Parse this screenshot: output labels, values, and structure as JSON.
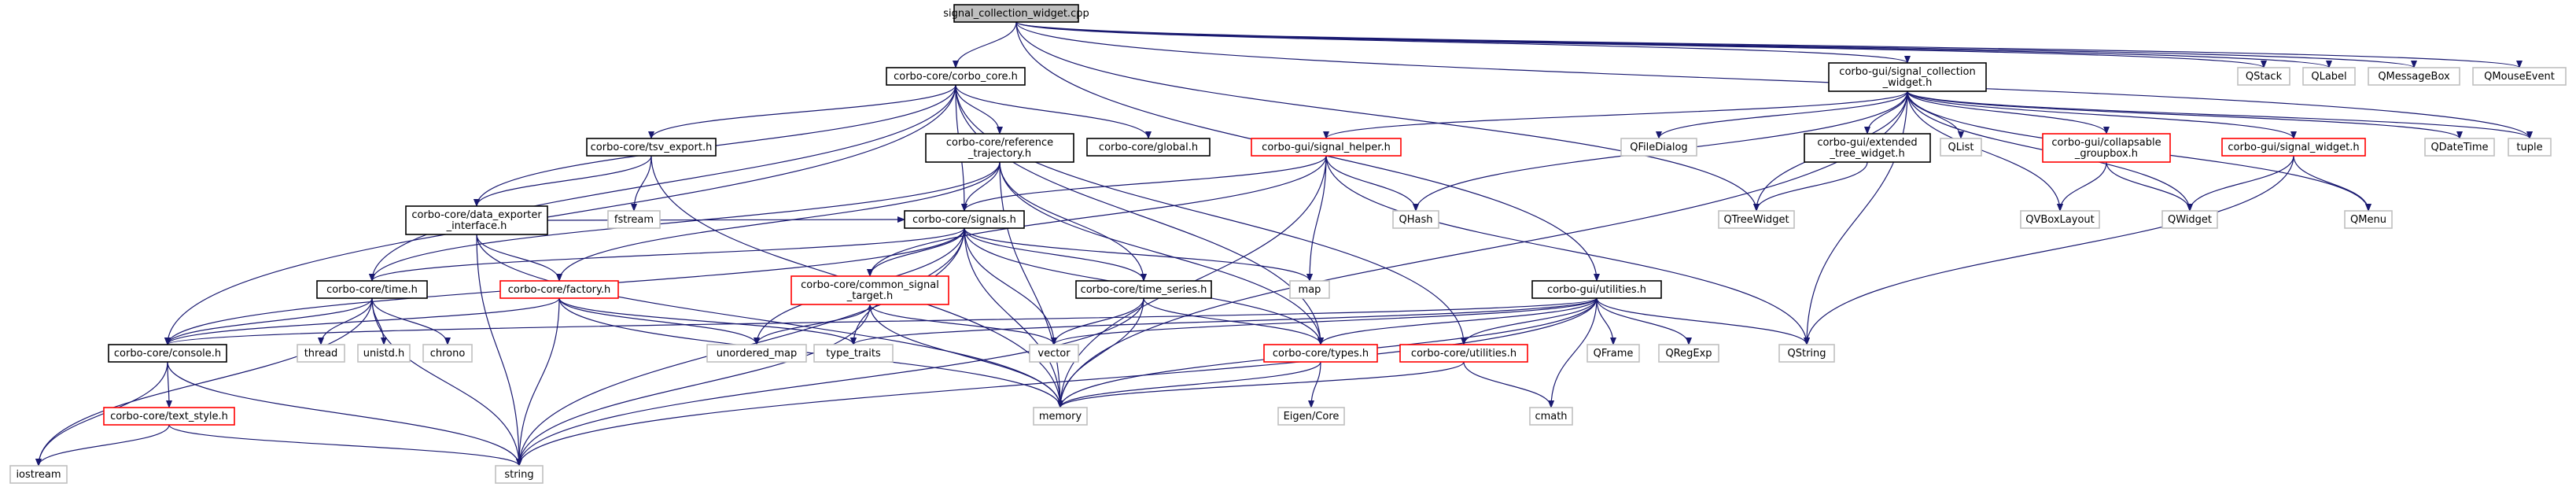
{
  "graph": {
    "nodes": {
      "root": {
        "lines": [
          "signal_collection_widget.cpp"
        ],
        "kind": "root"
      },
      "corbo_core": {
        "lines": [
          "corbo-core/corbo_core.h"
        ],
        "kind": "doc"
      },
      "qstack": {
        "lines": [
          "QStack"
        ],
        "kind": "ext"
      },
      "qlabel": {
        "lines": [
          "QLabel"
        ],
        "kind": "ext"
      },
      "qmessagebox": {
        "lines": [
          "QMessageBox"
        ],
        "kind": "ext"
      },
      "qmouseevent": {
        "lines": [
          "QMouseEvent"
        ],
        "kind": "ext"
      },
      "gui_scw": {
        "lines": [
          "corbo-gui/signal_collection",
          "_widget.h"
        ],
        "kind": "doc"
      },
      "tuple": {
        "lines": [
          "tuple"
        ],
        "kind": "ext"
      },
      "tsv_export": {
        "lines": [
          "corbo-core/tsv_export.h"
        ],
        "kind": "doc"
      },
      "ref_traj": {
        "lines": [
          "corbo-core/reference",
          "_trajectory.h"
        ],
        "kind": "doc"
      },
      "global": {
        "lines": [
          "corbo-core/global.h"
        ],
        "kind": "doc"
      },
      "signal_helper": {
        "lines": [
          "corbo-gui/signal_helper.h"
        ],
        "kind": "trunc"
      },
      "qfiledialog": {
        "lines": [
          "QFileDialog"
        ],
        "kind": "ext"
      },
      "ext_tree": {
        "lines": [
          "corbo-gui/extended",
          "_tree_widget.h"
        ],
        "kind": "doc"
      },
      "qlist": {
        "lines": [
          "QList"
        ],
        "kind": "ext"
      },
      "collapsable": {
        "lines": [
          "corbo-gui/collapsable",
          "_groupbox.h"
        ],
        "kind": "trunc"
      },
      "signal_widget": {
        "lines": [
          "corbo-gui/signal_widget.h"
        ],
        "kind": "trunc"
      },
      "qdatetime": {
        "lines": [
          "QDateTime"
        ],
        "kind": "ext"
      },
      "data_exporter": {
        "lines": [
          "corbo-core/data_exporter",
          "_interface.h"
        ],
        "kind": "doc"
      },
      "fstream": {
        "lines": [
          "fstream"
        ],
        "kind": "ext"
      },
      "signals": {
        "lines": [
          "corbo-core/signals.h"
        ],
        "kind": "doc"
      },
      "qhash": {
        "lines": [
          "QHash"
        ],
        "kind": "ext"
      },
      "qtreewidget": {
        "lines": [
          "QTreeWidget"
        ],
        "kind": "ext"
      },
      "qvboxlayout": {
        "lines": [
          "QVBoxLayout"
        ],
        "kind": "ext"
      },
      "qwidget": {
        "lines": [
          "QWidget"
        ],
        "kind": "ext"
      },
      "qmenu": {
        "lines": [
          "QMenu"
        ],
        "kind": "ext"
      },
      "time": {
        "lines": [
          "corbo-core/time.h"
        ],
        "kind": "doc"
      },
      "factory": {
        "lines": [
          "corbo-core/factory.h"
        ],
        "kind": "trunc"
      },
      "common_signal": {
        "lines": [
          "corbo-core/common_signal",
          "_target.h"
        ],
        "kind": "trunc"
      },
      "time_series": {
        "lines": [
          "corbo-core/time_series.h"
        ],
        "kind": "doc"
      },
      "map": {
        "lines": [
          "map"
        ],
        "kind": "ext"
      },
      "gui_utilities": {
        "lines": [
          "corbo-gui/utilities.h"
        ],
        "kind": "doc"
      },
      "console": {
        "lines": [
          "corbo-core/console.h"
        ],
        "kind": "doc"
      },
      "thread": {
        "lines": [
          "thread"
        ],
        "kind": "ext"
      },
      "unistd": {
        "lines": [
          "unistd.h"
        ],
        "kind": "ext"
      },
      "chrono": {
        "lines": [
          "chrono"
        ],
        "kind": "ext"
      },
      "unordered_map": {
        "lines": [
          "unordered_map"
        ],
        "kind": "ext"
      },
      "type_traits": {
        "lines": [
          "type_traits"
        ],
        "kind": "ext"
      },
      "vector": {
        "lines": [
          "vector"
        ],
        "kind": "ext"
      },
      "types": {
        "lines": [
          "corbo-core/types.h"
        ],
        "kind": "trunc"
      },
      "core_utilities": {
        "lines": [
          "corbo-core/utilities.h"
        ],
        "kind": "trunc"
      },
      "qframe": {
        "lines": [
          "QFrame"
        ],
        "kind": "ext"
      },
      "qregexp": {
        "lines": [
          "QRegExp"
        ],
        "kind": "ext"
      },
      "qstring": {
        "lines": [
          "QString"
        ],
        "kind": "ext"
      },
      "text_style": {
        "lines": [
          "corbo-core/text_style.h"
        ],
        "kind": "trunc"
      },
      "memory": {
        "lines": [
          "memory"
        ],
        "kind": "ext"
      },
      "eigen": {
        "lines": [
          "Eigen/Core"
        ],
        "kind": "ext"
      },
      "cmath": {
        "lines": [
          "cmath"
        ],
        "kind": "ext"
      },
      "iostream": {
        "lines": [
          "iostream"
        ],
        "kind": "ext"
      },
      "string": {
        "lines": [
          "string"
        ],
        "kind": "ext"
      }
    },
    "edges": [
      [
        "root",
        "corbo_core"
      ],
      [
        "root",
        "qstack"
      ],
      [
        "root",
        "qlabel"
      ],
      [
        "root",
        "qmessagebox"
      ],
      [
        "root",
        "qmouseevent"
      ],
      [
        "root",
        "gui_scw"
      ],
      [
        "root",
        "tuple"
      ],
      [
        "root",
        "qtreewidget"
      ],
      [
        "root",
        "gui_utilities"
      ],
      [
        "corbo_core",
        "tsv_export"
      ],
      [
        "corbo_core",
        "ref_traj"
      ],
      [
        "corbo_core",
        "global"
      ],
      [
        "corbo_core",
        "data_exporter"
      ],
      [
        "corbo_core",
        "signals"
      ],
      [
        "corbo_core",
        "time"
      ],
      [
        "corbo_core",
        "console"
      ],
      [
        "corbo_core",
        "types"
      ],
      [
        "corbo_core",
        "core_utilities"
      ],
      [
        "gui_scw",
        "signal_helper"
      ],
      [
        "gui_scw",
        "qfiledialog"
      ],
      [
        "gui_scw",
        "ext_tree"
      ],
      [
        "gui_scw",
        "qlist"
      ],
      [
        "gui_scw",
        "collapsable"
      ],
      [
        "gui_scw",
        "signal_widget"
      ],
      [
        "gui_scw",
        "qdatetime"
      ],
      [
        "gui_scw",
        "tuple"
      ],
      [
        "gui_scw",
        "qhash"
      ],
      [
        "gui_scw",
        "qtreewidget"
      ],
      [
        "gui_scw",
        "qvboxlayout"
      ],
      [
        "gui_scw",
        "qwidget"
      ],
      [
        "gui_scw",
        "qmenu"
      ],
      [
        "gui_scw",
        "qstring"
      ],
      [
        "gui_scw",
        "memory"
      ],
      [
        "tsv_export",
        "data_exporter"
      ],
      [
        "tsv_export",
        "fstream"
      ],
      [
        "tsv_export",
        "memory"
      ],
      [
        "ref_traj",
        "signals"
      ],
      [
        "ref_traj",
        "time_series"
      ],
      [
        "ref_traj",
        "factory"
      ],
      [
        "ref_traj",
        "time"
      ],
      [
        "ref_traj",
        "types"
      ],
      [
        "ref_traj",
        "memory"
      ],
      [
        "data_exporter",
        "signals"
      ],
      [
        "data_exporter",
        "factory"
      ],
      [
        "data_exporter",
        "memory"
      ],
      [
        "data_exporter",
        "string"
      ],
      [
        "signal_helper",
        "signals"
      ],
      [
        "signal_helper",
        "common_signal"
      ],
      [
        "signal_helper",
        "map"
      ],
      [
        "signal_helper",
        "qhash"
      ],
      [
        "signal_helper",
        "qstring"
      ],
      [
        "signal_helper",
        "memory"
      ],
      [
        "ext_tree",
        "qtreewidget"
      ],
      [
        "collapsable",
        "qvboxlayout"
      ],
      [
        "collapsable",
        "qwidget"
      ],
      [
        "signal_widget",
        "qwidget"
      ],
      [
        "signal_widget",
        "qmenu"
      ],
      [
        "signal_widget",
        "qstring"
      ],
      [
        "signals",
        "time"
      ],
      [
        "signals",
        "common_signal"
      ],
      [
        "signals",
        "time_series"
      ],
      [
        "signals",
        "map"
      ],
      [
        "signals",
        "console"
      ],
      [
        "signals",
        "unordered_map"
      ],
      [
        "signals",
        "type_traits"
      ],
      [
        "signals",
        "vector"
      ],
      [
        "signals",
        "types"
      ],
      [
        "signals",
        "memory"
      ],
      [
        "signals",
        "string"
      ],
      [
        "time",
        "console"
      ],
      [
        "time",
        "thread"
      ],
      [
        "time",
        "unistd"
      ],
      [
        "time",
        "chrono"
      ],
      [
        "time",
        "string"
      ],
      [
        "time",
        "iostream"
      ],
      [
        "factory",
        "console"
      ],
      [
        "factory",
        "unordered_map"
      ],
      [
        "factory",
        "type_traits"
      ],
      [
        "factory",
        "memory"
      ],
      [
        "factory",
        "string"
      ],
      [
        "common_signal",
        "unordered_map"
      ],
      [
        "common_signal",
        "vector"
      ],
      [
        "common_signal",
        "memory"
      ],
      [
        "common_signal",
        "string"
      ],
      [
        "time_series",
        "vector"
      ],
      [
        "time_series",
        "types"
      ],
      [
        "time_series",
        "memory"
      ],
      [
        "time_series",
        "string"
      ],
      [
        "gui_utilities",
        "console"
      ],
      [
        "gui_utilities",
        "type_traits"
      ],
      [
        "gui_utilities",
        "vector"
      ],
      [
        "gui_utilities",
        "types"
      ],
      [
        "gui_utilities",
        "core_utilities"
      ],
      [
        "gui_utilities",
        "qframe"
      ],
      [
        "gui_utilities",
        "qregexp"
      ],
      [
        "gui_utilities",
        "qstring"
      ],
      [
        "gui_utilities",
        "cmath"
      ],
      [
        "gui_utilities",
        "memory"
      ],
      [
        "gui_utilities",
        "string"
      ],
      [
        "console",
        "text_style"
      ],
      [
        "console",
        "iostream"
      ],
      [
        "console",
        "string"
      ],
      [
        "text_style",
        "iostream"
      ],
      [
        "text_style",
        "string"
      ],
      [
        "types",
        "eigen"
      ],
      [
        "types",
        "memory"
      ],
      [
        "core_utilities",
        "cmath"
      ],
      [
        "core_utilities",
        "memory"
      ]
    ],
    "style": {
      "edge_color": "#191970",
      "root_fill": "#bfbfbf",
      "doc_border": "#000000",
      "trunc_border": "#ff0000",
      "ext_border": "#bfbfbf",
      "ext_text": "#000000"
    }
  }
}
